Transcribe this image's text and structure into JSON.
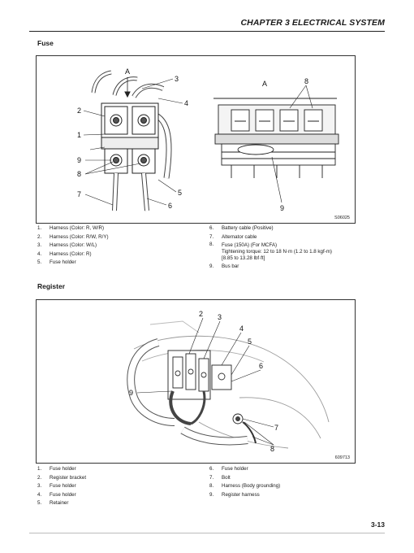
{
  "header": {
    "chapter_title": "CHAPTER 3 ELECTRICAL SYSTEM"
  },
  "fuse_section": {
    "title": "Fuse",
    "figure_code": "S06025",
    "left_callouts": [
      "A",
      "1",
      "2",
      "3",
      "4",
      "5",
      "6",
      "7",
      "8",
      "9"
    ],
    "right_callouts": [
      "A",
      "8",
      "9"
    ],
    "legend_left": [
      {
        "num": "1.",
        "text": "Harness (Color: R, W/R)"
      },
      {
        "num": "2.",
        "text": "Harness (Color: R/W, R/Y)"
      },
      {
        "num": "3.",
        "text": "Harness (Color: W/L)"
      },
      {
        "num": "4.",
        "text": "Harness (Color: R)"
      },
      {
        "num": "5.",
        "text": "Fuse holder"
      }
    ],
    "legend_right": [
      {
        "num": "6.",
        "text": "Battery cable (Positive)"
      },
      {
        "num": "7.",
        "text": "Alternator cable"
      },
      {
        "num": "8.",
        "text": "Fuse (150A) (For MCFA)",
        "sub1": "Tightening torque: 12 to 18 N·m (1.2 to 1.8 kgf-m)",
        "sub2": "[8.85 to 13.28 lbf·ft]"
      },
      {
        "num": "9.",
        "text": "Bus bar"
      }
    ]
  },
  "register_section": {
    "title": "Register",
    "figure_code": "609713",
    "callouts": [
      "2",
      "3",
      "4",
      "5",
      "6",
      "7",
      "8",
      "9"
    ],
    "legend_left": [
      {
        "num": "1.",
        "text": "Fuse holder"
      },
      {
        "num": "2.",
        "text": "Register bracket"
      },
      {
        "num": "3.",
        "text": "Fuse holder"
      },
      {
        "num": "4.",
        "text": "Fuse holder"
      },
      {
        "num": "5.",
        "text": "Retainer"
      }
    ],
    "legend_right": [
      {
        "num": "6.",
        "text": "Fuse holder"
      },
      {
        "num": "7.",
        "text": "Bolt"
      },
      {
        "num": "8.",
        "text": "Harness (Body grounding)"
      },
      {
        "num": "9.",
        "text": "Register harness"
      }
    ]
  },
  "footer": {
    "page_number": "3-13"
  }
}
